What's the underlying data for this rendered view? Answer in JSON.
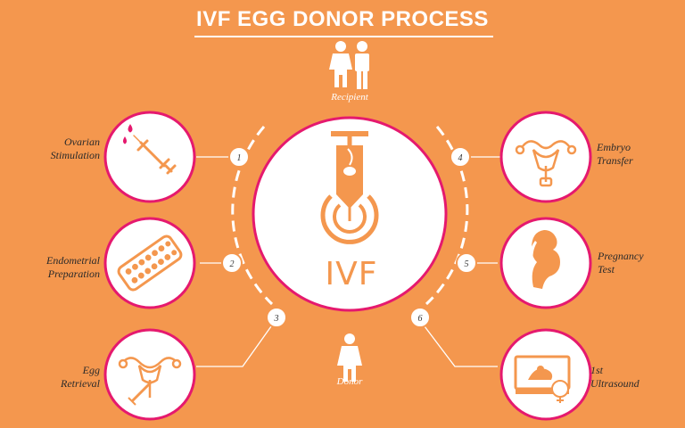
{
  "title": "IVF EGG DONOR PROCESS",
  "center": {
    "label": "IVF"
  },
  "recipient": {
    "label": "Recipient",
    "icon": "couple-icon"
  },
  "donor": {
    "label": "Donor",
    "icon": "woman-icon"
  },
  "steps": [
    {
      "number": "1",
      "line1": "Ovarian",
      "line2": "Stimulation",
      "icon": "syringe-icon"
    },
    {
      "number": "2",
      "line1": "Endometrial",
      "line2": "Preparation",
      "icon": "pill-blister-icon"
    },
    {
      "number": "3",
      "line1": "Egg",
      "line2": "Retrieval",
      "icon": "uterus-syringe-icon"
    },
    {
      "number": "4",
      "line1": "Embryo",
      "line2": "Transfer",
      "icon": "uterus-icon"
    },
    {
      "number": "5",
      "line1": "Pregnancy",
      "line2": "Test",
      "icon": "pregnant-woman-icon"
    },
    {
      "number": "6",
      "line1": "1st",
      "line2": "Ultrasound",
      "icon": "ultrasound-monitor-icon"
    }
  ],
  "colors": {
    "background": "#F4974E",
    "ring": "#E5196E",
    "white": "#FFFFFF",
    "accent": "#F4974E"
  }
}
